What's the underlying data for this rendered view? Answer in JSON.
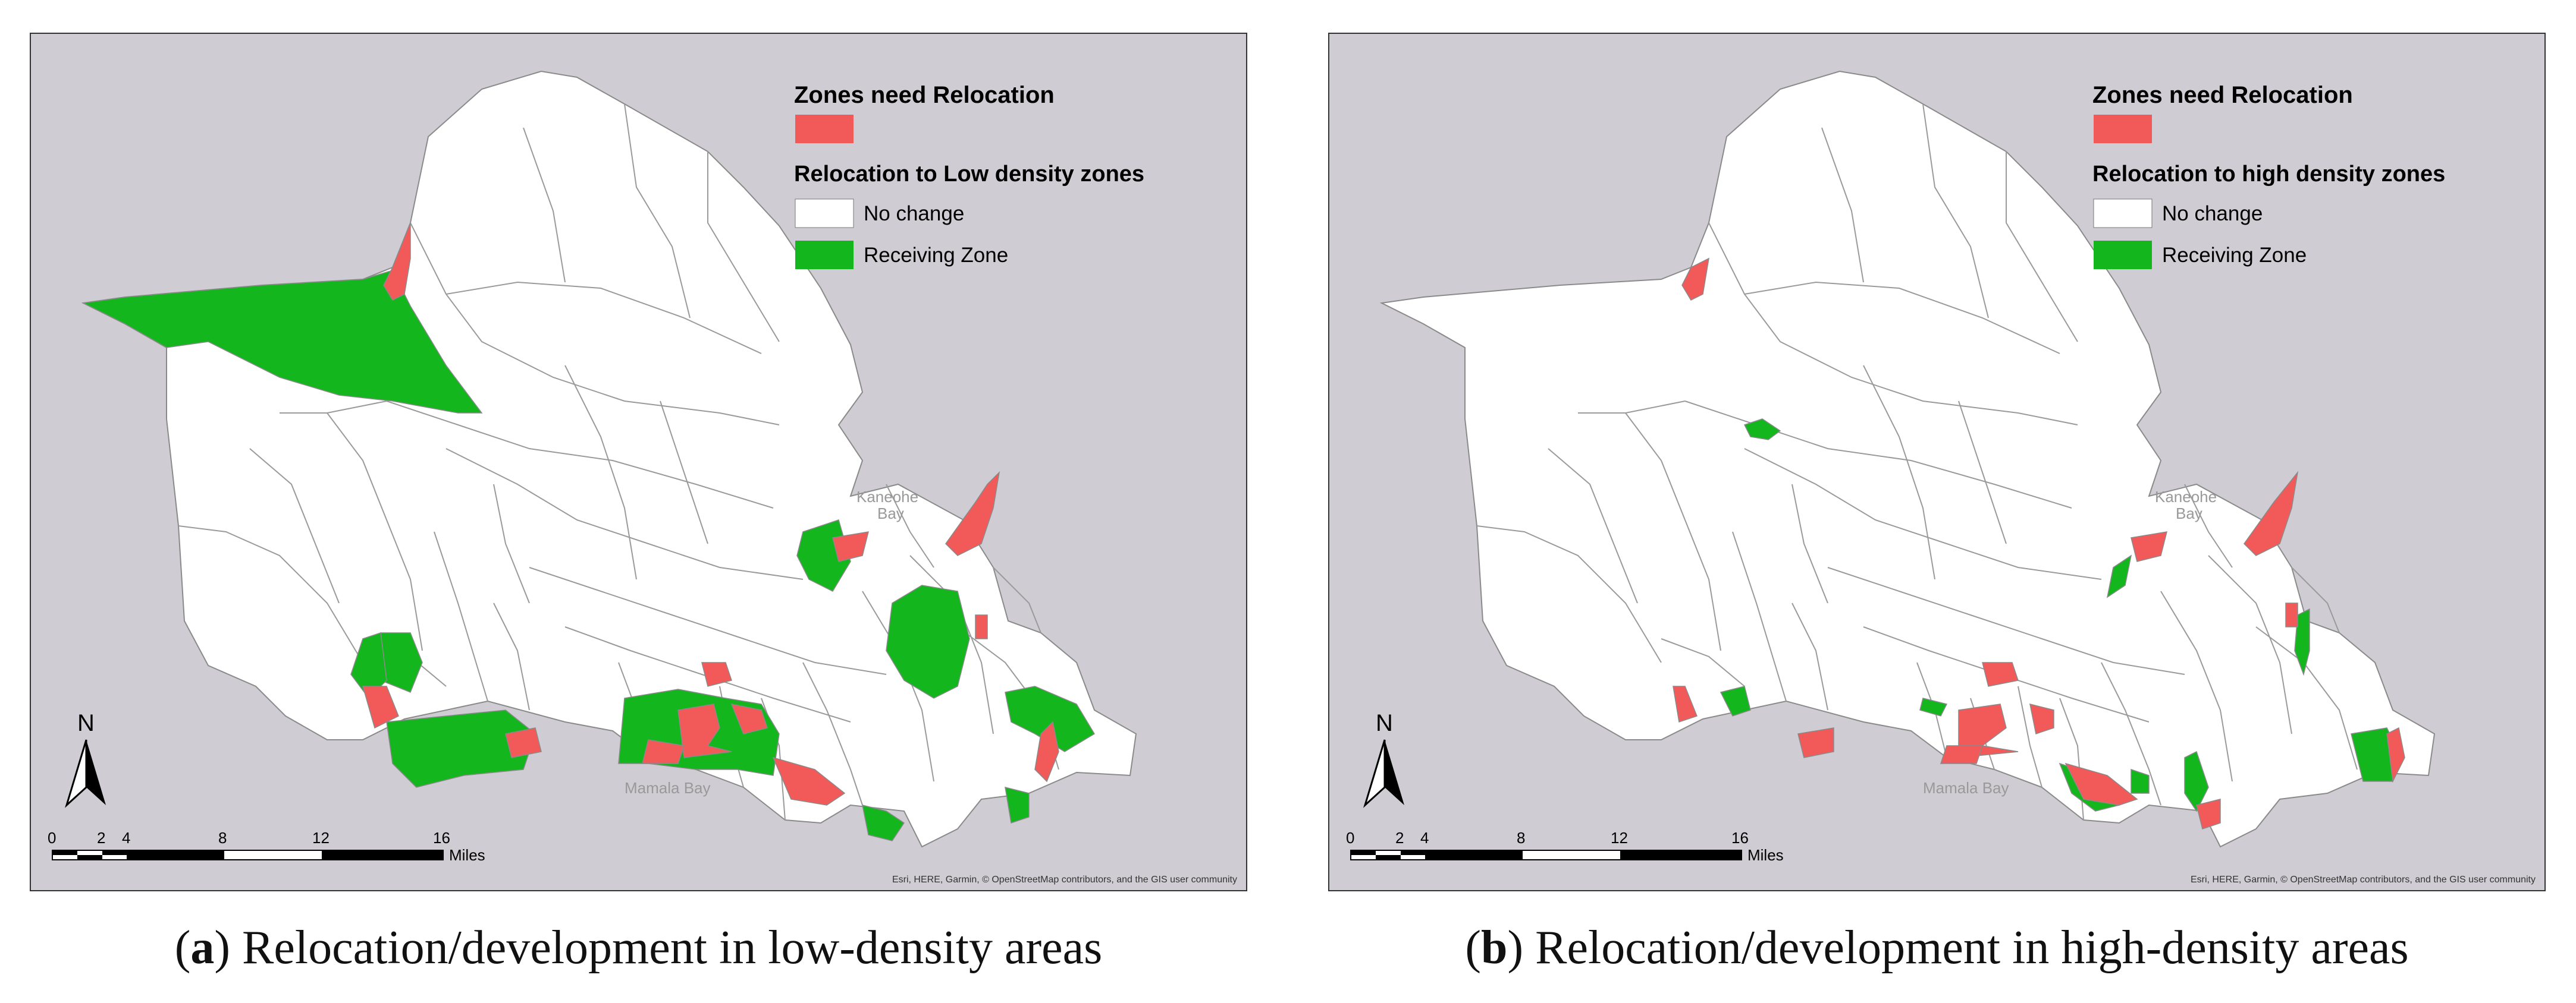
{
  "panels": [
    {
      "id": "a",
      "legend": {
        "title": "Zones need Relocation",
        "subtitle": "Relocation to Low density zones",
        "items": [
          {
            "label": "No change",
            "color": "#ffffff"
          },
          {
            "label": "Receiving Zone",
            "color": "#14b61e"
          }
        ]
      },
      "water_labels": [
        "Kaneohe",
        "Bay",
        "Mamala Bay"
      ],
      "north": "N",
      "scale": {
        "ticks": [
          "0",
          "2",
          "4",
          "8",
          "12",
          "16"
        ],
        "unit": "Miles"
      },
      "credit": "Esri, HERE, Garmin, © OpenStreetMap contributors, and the GIS user community",
      "caption_letter": "a",
      "caption_text": "Relocation/development in low-density areas"
    },
    {
      "id": "b",
      "legend": {
        "title": "Zones need Relocation",
        "subtitle": "Relocation to high density zones",
        "items": [
          {
            "label": "No change",
            "color": "#ffffff"
          },
          {
            "label": "Receiving Zone",
            "color": "#14b61e"
          }
        ]
      },
      "water_labels": [
        "Kaneohe",
        "Bay",
        "Mamala Bay"
      ],
      "north": "N",
      "scale": {
        "ticks": [
          "0",
          "2",
          "4",
          "8",
          "12",
          "16"
        ],
        "unit": "Miles"
      },
      "credit": "Esri, HERE, Garmin, © OpenStreetMap contributors, and the GIS user community",
      "caption_letter": "b",
      "caption_text": "Relocation/development in high-density areas"
    }
  ],
  "colors": {
    "relocation": "#f25a5a",
    "receiving": "#14b61e",
    "no_change": "#ffffff",
    "water": "#cfcdd3",
    "boundary": "#8a8a8a"
  }
}
